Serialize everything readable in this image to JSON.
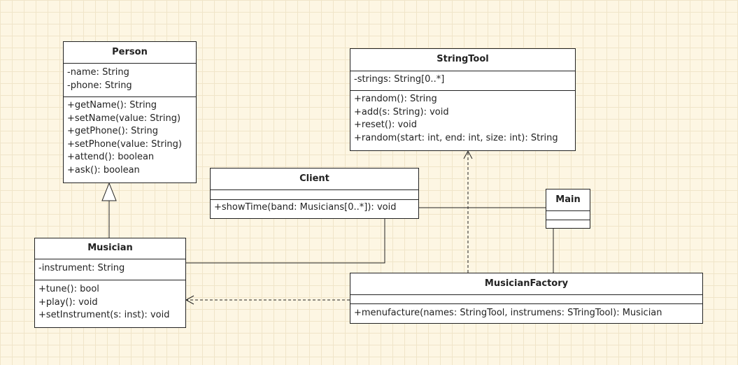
{
  "classes": {
    "person": {
      "name": "Person",
      "attributes": [
        "-name: String",
        "-phone: String"
      ],
      "methods": [
        "+getName(): String",
        "+setName(value: String)",
        "+getPhone(): String",
        "+setPhone(value: String)",
        "+attend(): boolean",
        "+ask(): boolean"
      ]
    },
    "stringtool": {
      "name": "StringTool",
      "attributes": [
        "-strings: String[0..*]"
      ],
      "methods": [
        "+random(): String",
        "+add(s: String): void",
        "+reset(): void",
        "+random(start: int, end: int, size: int): String"
      ]
    },
    "client": {
      "name": "Client",
      "attributes": [],
      "methods": [
        "+showTime(band: Musicians[0..*]): void"
      ]
    },
    "main": {
      "name": "Main",
      "attributes": [],
      "methods": []
    },
    "musician": {
      "name": "Musician",
      "attributes": [
        "-instrument: String"
      ],
      "methods": [
        "+tune(): bool",
        "+play(): void",
        "+setInstrument(s: inst): void"
      ]
    },
    "factory": {
      "name": "MusicianFactory",
      "attributes": [],
      "methods": [
        "+menufacture(names: StringTool, instrumens: STringTool): Musician"
      ]
    }
  },
  "relationships": [
    {
      "type": "generalization",
      "from": "Musician",
      "to": "Person"
    },
    {
      "type": "association",
      "from": "Client",
      "to": "Musician"
    },
    {
      "type": "association",
      "from": "Client",
      "to": "Main"
    },
    {
      "type": "association",
      "from": "Main",
      "to": "MusicianFactory"
    },
    {
      "type": "dependency",
      "from": "MusicianFactory",
      "to": "StringTool"
    },
    {
      "type": "dependency",
      "from": "MusicianFactory",
      "to": "Musician"
    }
  ]
}
